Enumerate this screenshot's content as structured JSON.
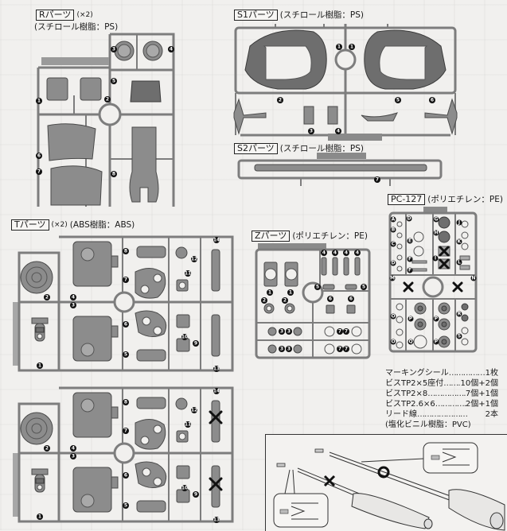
{
  "page": {
    "type": "model kit instruction - runner parts list",
    "background": "#f1f0ee"
  },
  "runners": {
    "R": {
      "tag": "Rパーツ",
      "count": "(×2)",
      "material": "(スチロール樹脂：PS)",
      "part_numbers": [
        "1",
        "2",
        "3",
        "4",
        "5",
        "6",
        "7",
        "8"
      ]
    },
    "S1": {
      "tag": "S1パーツ",
      "material": "(スチロール樹脂：PS)",
      "part_numbers": [
        "1",
        "1",
        "2",
        "3",
        "4",
        "5",
        "6"
      ]
    },
    "S2": {
      "tag": "S2パーツ",
      "material": "(スチロール樹脂：PS)",
      "part_numbers": [
        "7"
      ]
    },
    "T": {
      "tag": "Tパーツ",
      "count": "(×2)",
      "material": "(ABS樹脂：ABS)",
      "part_numbers": [
        "1",
        "2",
        "3",
        "4",
        "5",
        "6",
        "7",
        "8",
        "9",
        "10",
        "11",
        "12",
        "13",
        "14"
      ],
      "unused_parts_second_sheet": [
        "14",
        "13"
      ]
    },
    "Z": {
      "tag": "Zパーツ",
      "material": "(ポリエチレン：PE)",
      "part_numbers": [
        "1",
        "1",
        "2",
        "2",
        "3",
        "3",
        "3",
        "3",
        "4",
        "4",
        "4",
        "4",
        "5",
        "5",
        "6",
        "6",
        "7",
        "7",
        "7",
        "7"
      ]
    },
    "PC127": {
      "tag": "PC-127",
      "material": "(ポリエチレン：PE)",
      "part_letters": [
        "A",
        "B",
        "C",
        "D",
        "E",
        "F",
        "F",
        "G",
        "H",
        "I",
        "J",
        "K",
        "L",
        "M",
        "N",
        "O",
        "P",
        "P",
        "Q",
        "R",
        "S"
      ],
      "unused_parts": [
        "I",
        "I",
        "M",
        "N"
      ]
    }
  },
  "accessories": {
    "items": [
      {
        "name": "マーキングシール",
        "qty": "1枚"
      },
      {
        "name": "ビスTP2×5座付",
        "qty": "10個+2個"
      },
      {
        "name": "ビスTP2×8",
        "qty": "7個+1個"
      },
      {
        "name": "ビスTP2.6×6",
        "qty": "2個+1個"
      },
      {
        "name": "リード線",
        "qty": "2本"
      }
    ],
    "note": "(塩化ビニル樹脂：PVC)",
    "dots": "…………………"
  },
  "screwdriver_tip": {
    "correct_symbol": "○",
    "wrong_symbol": "×"
  }
}
